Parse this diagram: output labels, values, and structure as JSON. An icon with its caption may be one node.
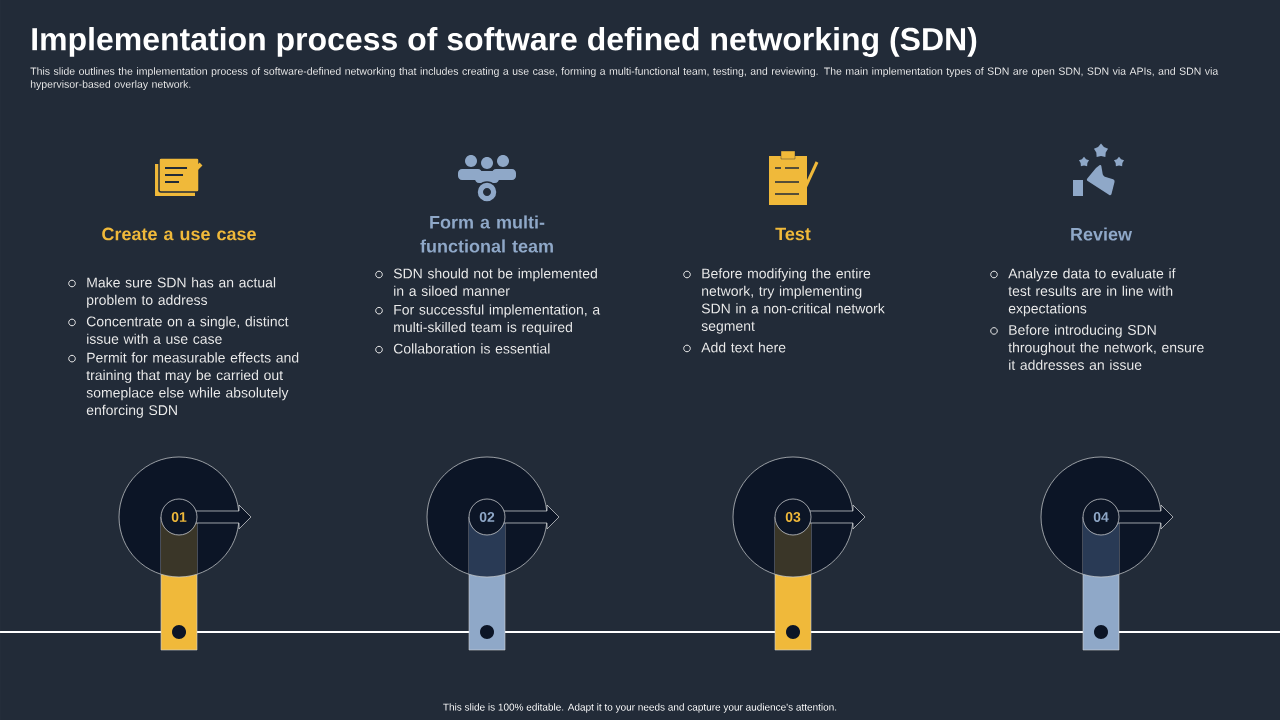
{
  "diagram": {
    "title": "Implementation process of software defined networking (SDN)",
    "nodes": [
      {
        "text": [
          "01"
        ]
      },
      {
        "text": [
          "02"
        ]
      },
      {
        "text": [
          "03"
        ]
      },
      {
        "text": [
          "04"
        ]
      }
    ],
    "labels": [
      "This slide outlines the implementation process of software-defined networking that includes creating a use case, forming a multi-functional team, testing, and reviewing. The main implementation types of SDN are open SDN, SDN via APIs, and SDN via hypervisor-based overlay network.",
      "Create a use case",
      "Make sure SDN has an actual problem to address",
      "Concentrate on a single, distinct issue with a use case",
      "Permit for measurable effects and training that may be carried out someplace else while absolutely enforcing SDN",
      "Form a multi-functional team",
      "SDN should not be implemented in a siloed manner",
      "For successful implementation, a multi-skilled team is required",
      "Collaboration is essential",
      "Test",
      "Before modifying the entire network, try implementing SDN in a non-critical network segment",
      "Add text here",
      "Review",
      "Analyze data to evaluate if test results are in line with expectations",
      "Before introducing SDN throughout the network, ensure it addresses an issue",
      "This slide is 100% editable. Adapt it to your needs and capture your audience's attention."
    ]
  }
}
